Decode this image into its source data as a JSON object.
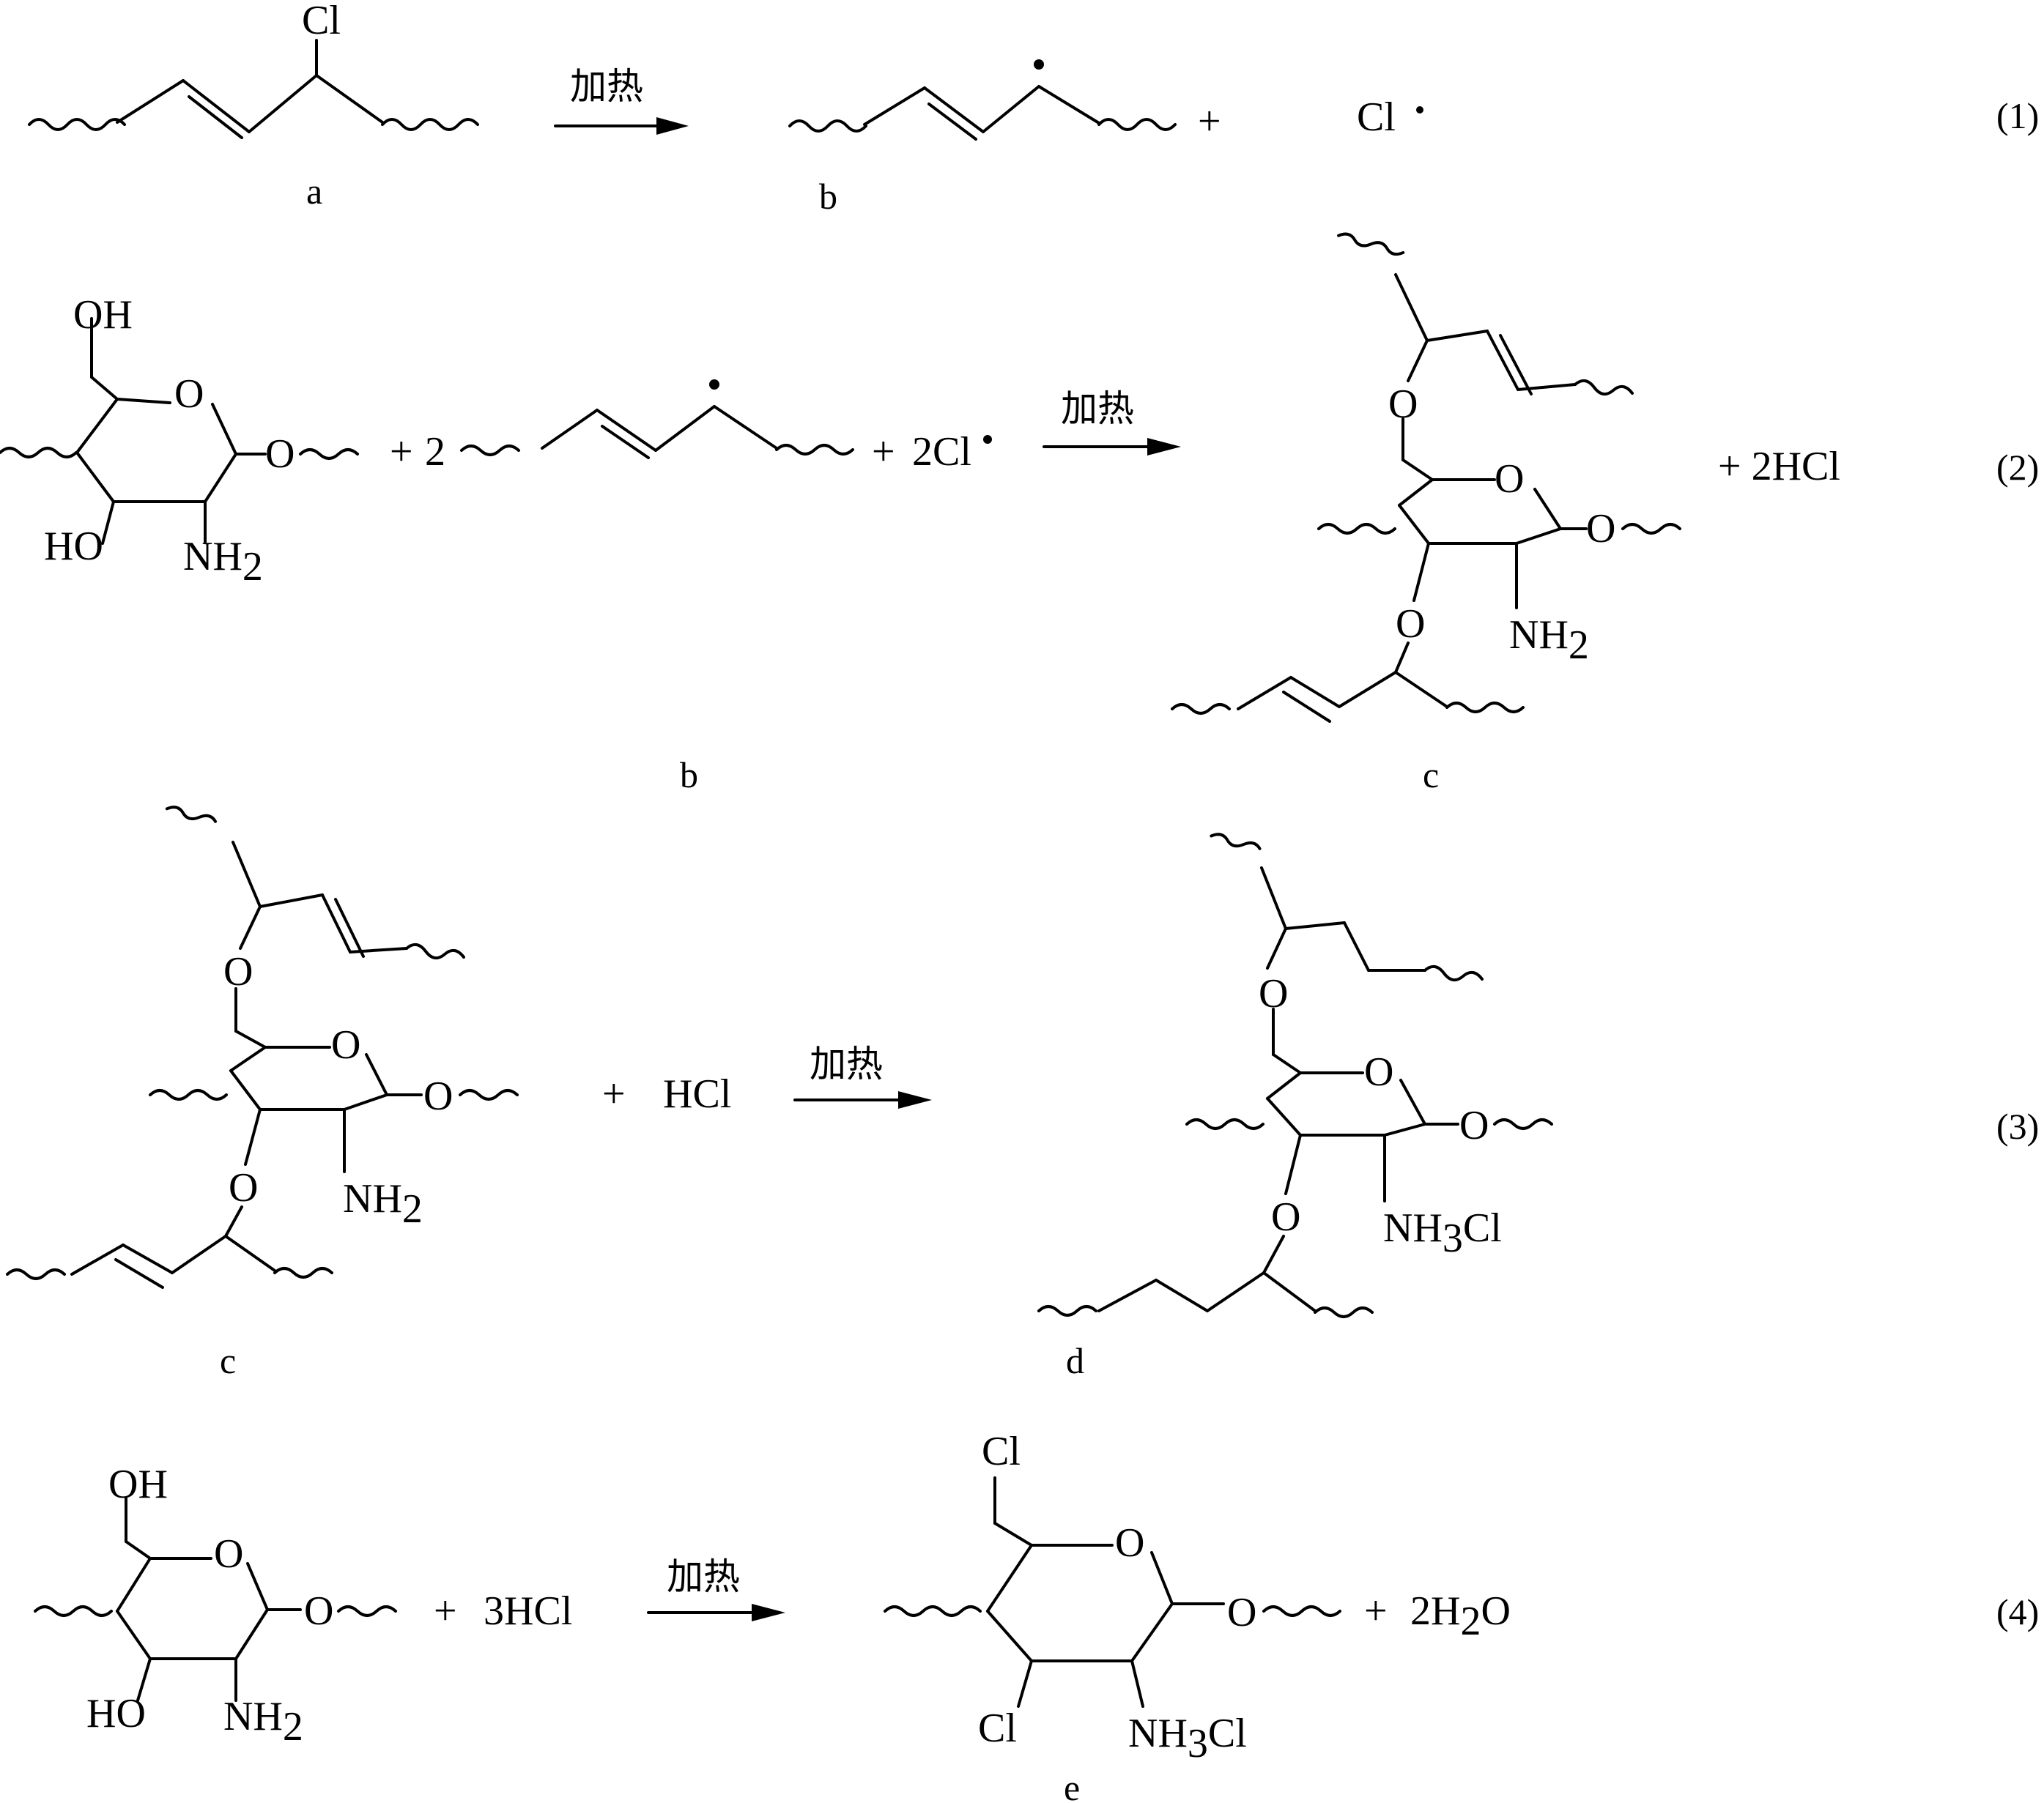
{
  "reactions": [
    {
      "number": "(1)",
      "arrow_label": "加热",
      "a": {
        "label": "a",
        "substituent": "Cl"
      },
      "b": {
        "label": "b"
      },
      "plus": "+",
      "radical": "Cl"
    },
    {
      "number": "(2)",
      "arrow_label": "加热",
      "reactant": {
        "oh": "OH",
        "ring_o": "O",
        "glyco_o": "O",
        "ho": "HO",
        "nh2": "NH",
        "nh2_sub": "2"
      },
      "plus1": "+",
      "coef_b": "2",
      "plus2": "+",
      "chlorine": "2Cl",
      "label_b": "b",
      "product": {
        "o_top": "O",
        "ring_o": "O",
        "glyco_o": "O",
        "o_bottom": "O",
        "nh2": "NH",
        "nh2_sub": "2",
        "label": "c"
      },
      "side_product": "+ 2HCl"
    },
    {
      "number": "(3)",
      "arrow_label": "加热",
      "reactant": {
        "o_top": "O",
        "ring_o": "O",
        "glyco_o": "O",
        "o_bottom": "O",
        "nh2": "NH",
        "nh2_sub": "2",
        "label": "c"
      },
      "plus": "+",
      "hcl": "HCl",
      "product": {
        "o_top": "O",
        "ring_o": "O",
        "glyco_o": "O",
        "o_bottom": "O",
        "nh3cl": "NH",
        "nh3cl_sub": "3",
        "nh3cl_tail": "Cl",
        "label": "d"
      }
    },
    {
      "number": "(4)",
      "arrow_label": "加热",
      "reactant": {
        "oh": "OH",
        "ring_o": "O",
        "glyco_o": "O",
        "ho": "HO",
        "nh2": "NH",
        "nh2_sub": "2"
      },
      "plus1": "+",
      "hcl": "3HCl",
      "product": {
        "cl_top": "Cl",
        "ring_o": "O",
        "glyco_o": "O",
        "cl_bottom": "Cl",
        "nh3cl": "NH",
        "nh3cl_sub": "3",
        "nh3cl_tail": "Cl",
        "label": "e"
      },
      "plus2": "+",
      "water": "2H",
      "water_sub": "2",
      "water_tail": "O"
    }
  ]
}
